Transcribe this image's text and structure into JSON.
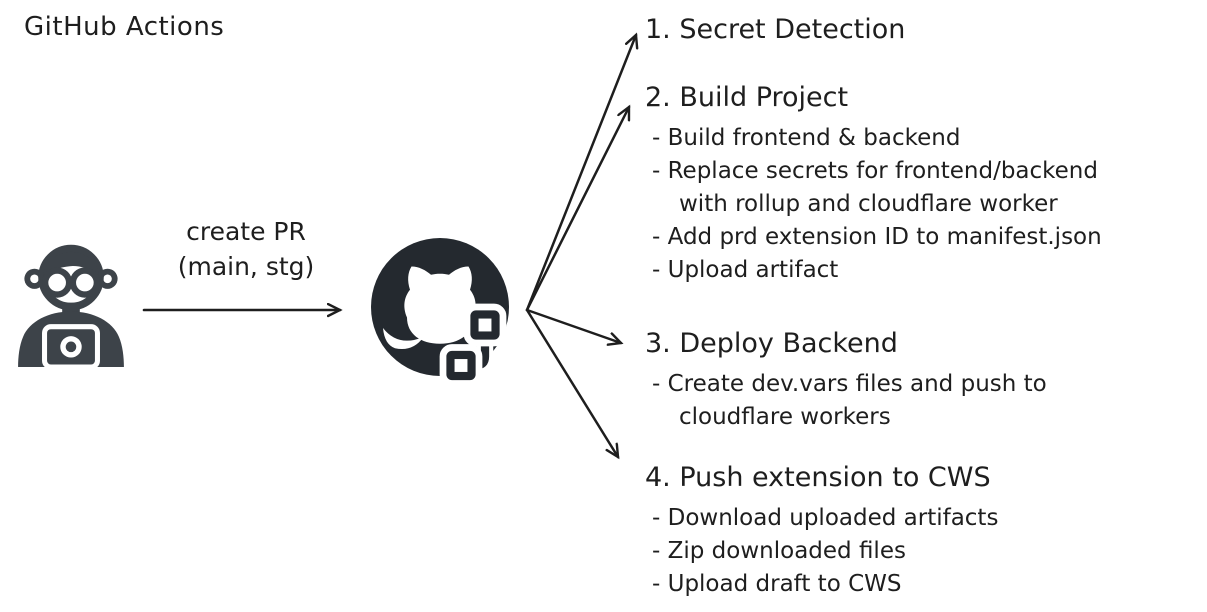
{
  "title": "GitHub Actions",
  "colors": {
    "text": "#1e1e1e",
    "person_icon": "#3d4349",
    "github_icon": "#24292f",
    "background": "#ffffff"
  },
  "actor": {
    "icon": "developer-at-laptop"
  },
  "flow": {
    "arrow_label_line1": "create PR",
    "arrow_label_line2": "(main, stg)"
  },
  "hub": {
    "icon": "github-actions-logo"
  },
  "steps": [
    {
      "title": "1. Secret Detection",
      "bullets": []
    },
    {
      "title": "2. Build Project",
      "bullets": [
        "- Build frontend & backend",
        "- Replace secrets for frontend/backend",
        "with rollup and cloudflare worker",
        "- Add prd extension ID to manifest.json",
        "- Upload artifact"
      ]
    },
    {
      "title": "3. Deploy Backend",
      "bullets": [
        "- Create dev.vars files and push to",
        "cloudflare workers"
      ]
    },
    {
      "title": "4. Push extension to CWS",
      "bullets": [
        "- Download uploaded artifacts",
        "- Zip downloaded files",
        "- Upload draft to CWS"
      ]
    }
  ]
}
